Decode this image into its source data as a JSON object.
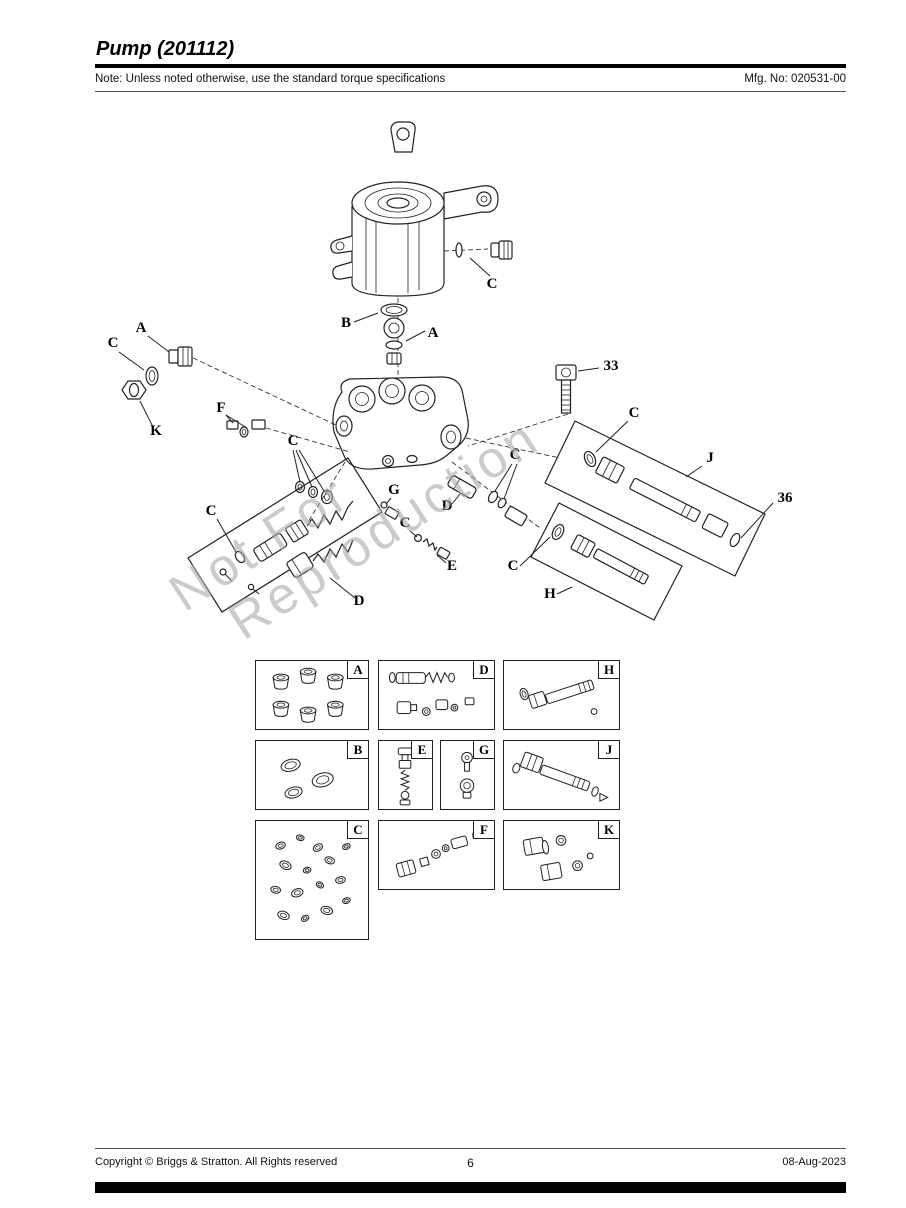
{
  "header": {
    "title": "Pump (201112)",
    "note": "Note: Unless noted otherwise, use the standard torque specifications",
    "mfg_no": "Mfg. No: 020531-00"
  },
  "diagram": {
    "watermark": [
      "Not For",
      "Reproduction"
    ],
    "callouts": [
      {
        "label": "C"
      },
      {
        "label": "B"
      },
      {
        "label": "A"
      },
      {
        "label": "A"
      },
      {
        "label": "C"
      },
      {
        "label": "K"
      },
      {
        "label": "F"
      },
      {
        "label": "C"
      },
      {
        "label": "33"
      },
      {
        "label": "C"
      },
      {
        "label": "J"
      },
      {
        "label": "36"
      },
      {
        "label": "C"
      },
      {
        "label": "G"
      },
      {
        "label": "D"
      },
      {
        "label": "C"
      },
      {
        "label": "C"
      },
      {
        "label": "E"
      },
      {
        "label": "C"
      },
      {
        "label": "H"
      },
      {
        "label": "D"
      }
    ],
    "detail_boxes": [
      {
        "label": "A"
      },
      {
        "label": "D"
      },
      {
        "label": "H"
      },
      {
        "label": "B"
      },
      {
        "label": "E"
      },
      {
        "label": "G"
      },
      {
        "label": "J"
      },
      {
        "label": "C"
      },
      {
        "label": "F"
      },
      {
        "label": "K"
      }
    ]
  },
  "footer": {
    "copyright": "Copyright ©  Briggs & Stratton. All Rights reserved",
    "page_number": "6",
    "date": "08-Aug-2023"
  }
}
